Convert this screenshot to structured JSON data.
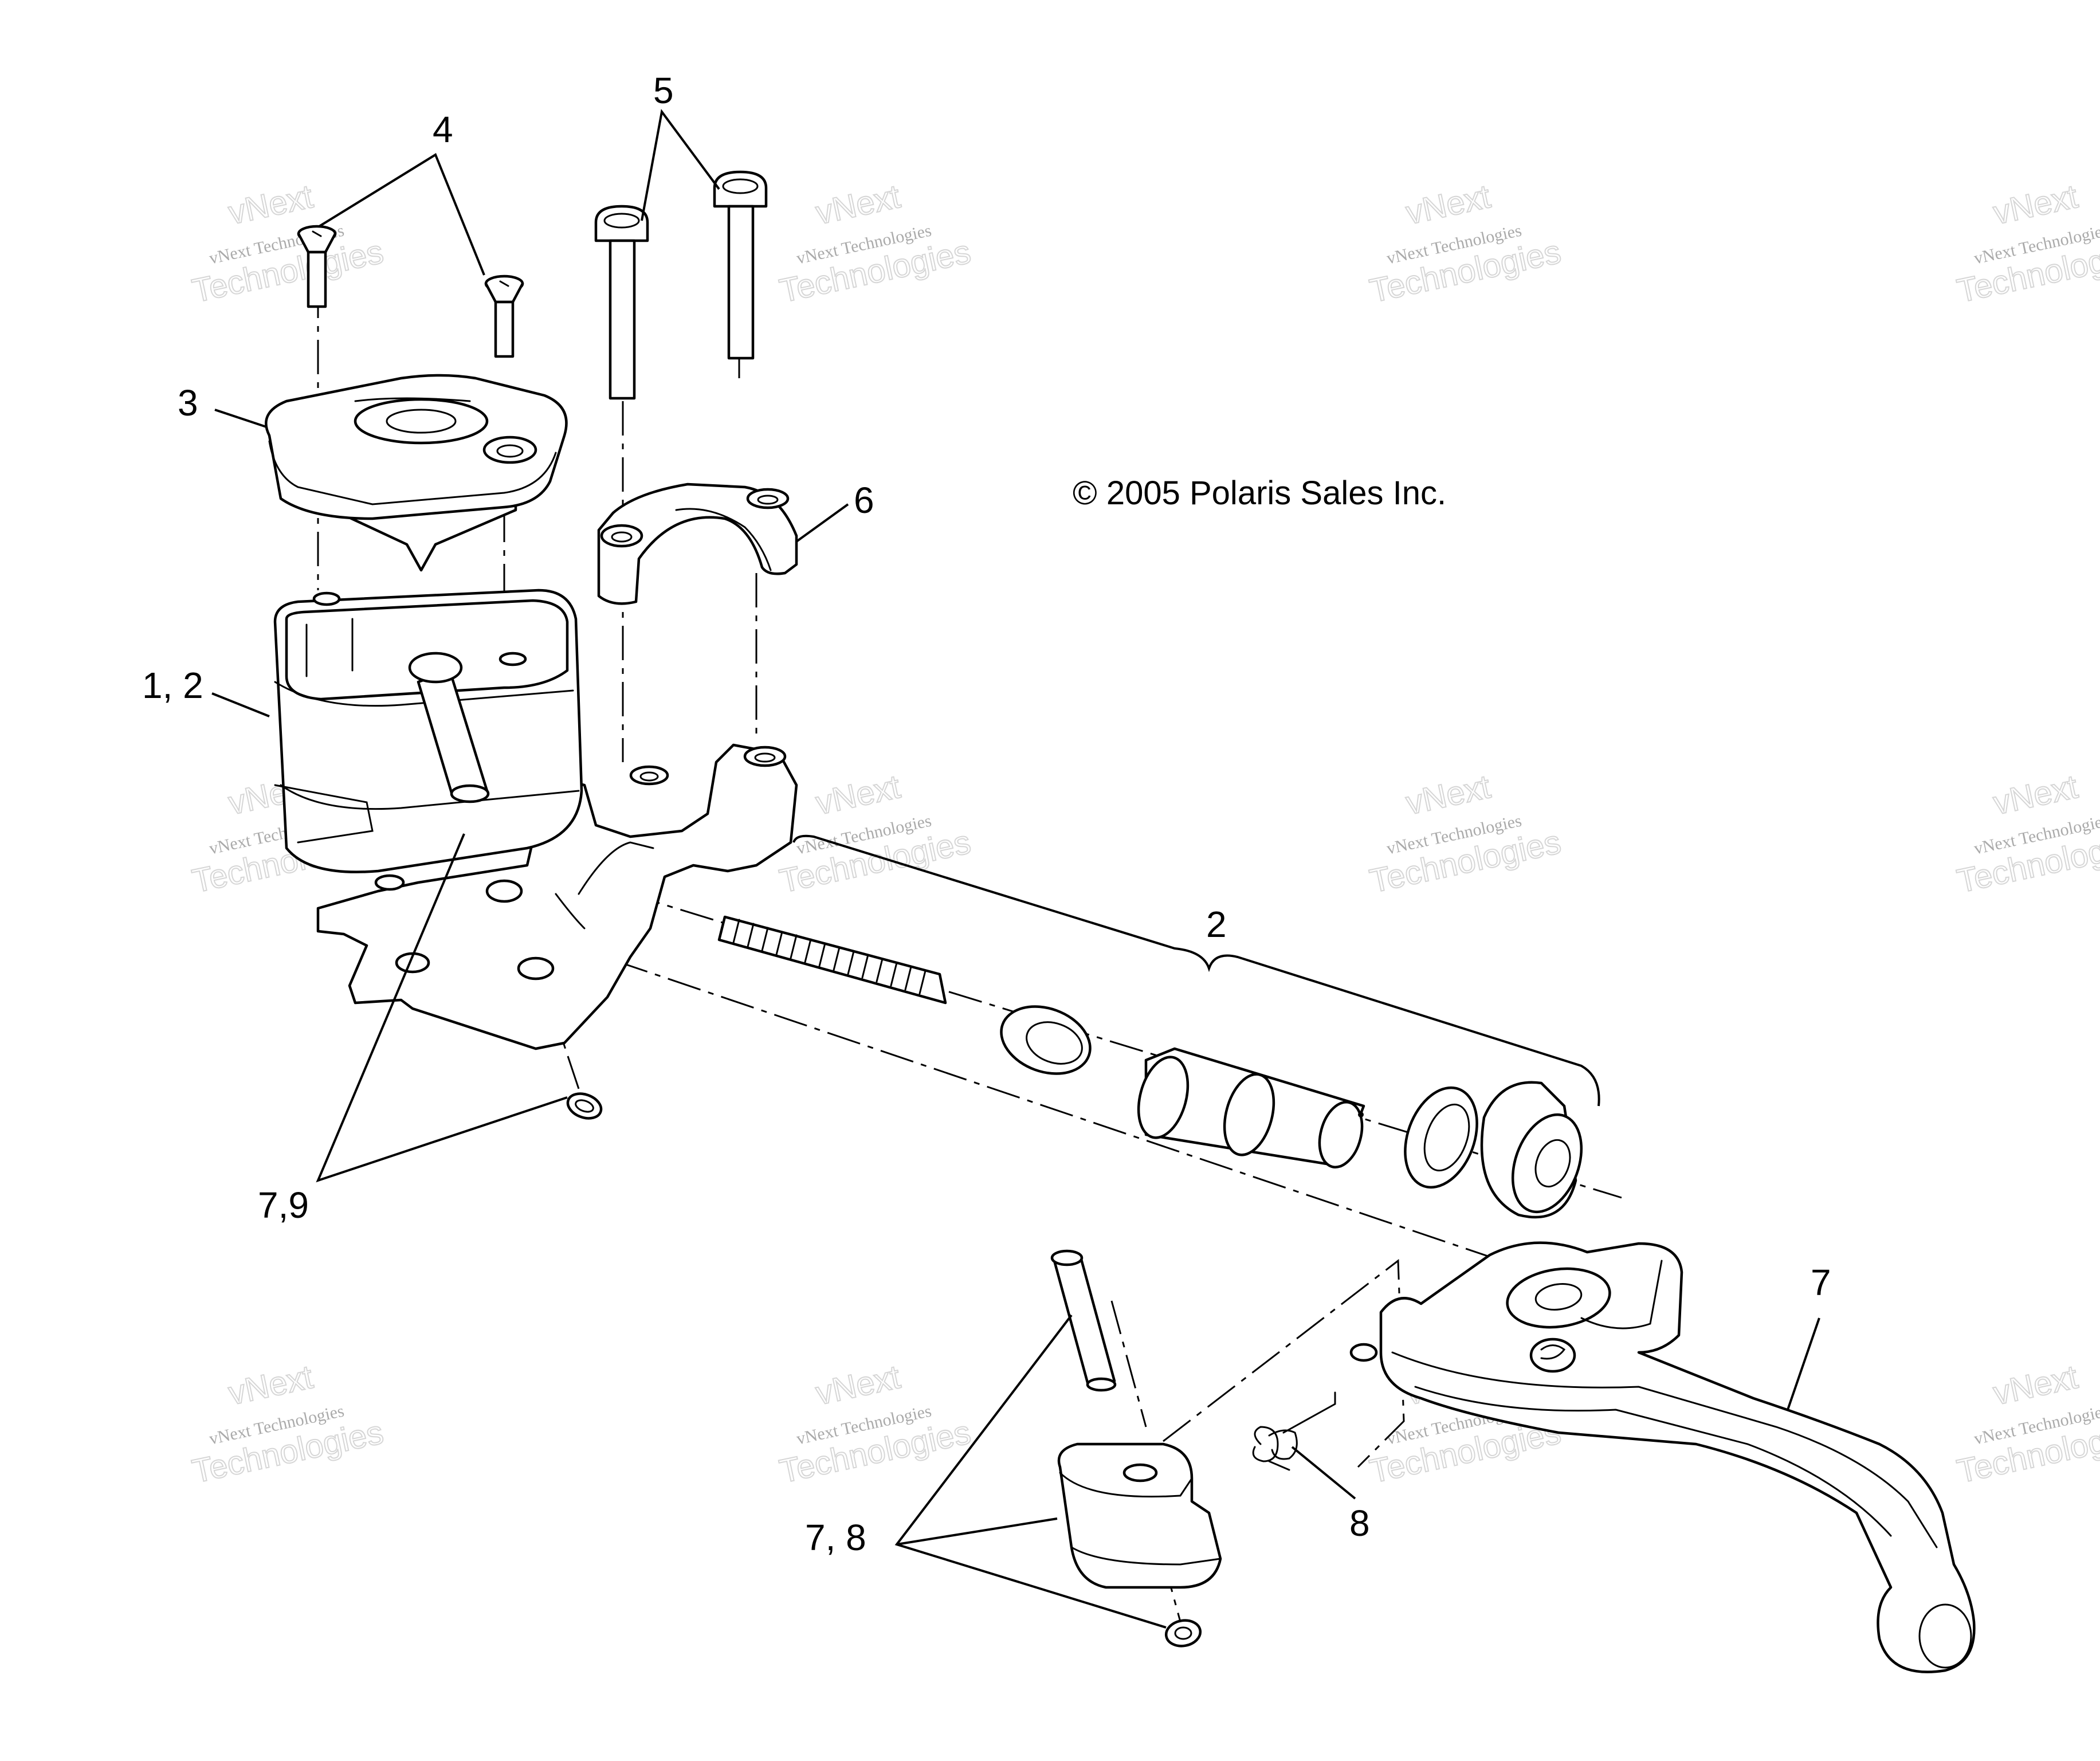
{
  "copyright": "© 2005 Polaris Sales Inc.",
  "watermark": {
    "line1": "vNext Technologies",
    "line2": "vNext",
    "line3": "Technologies"
  },
  "callouts": {
    "c1": "1, 2",
    "c2": "2",
    "c3": "3",
    "c4": "4",
    "c5": "5",
    "c6": "6",
    "c7": "7",
    "c78": "7, 8",
    "c79": "7,9",
    "c8": "8"
  }
}
